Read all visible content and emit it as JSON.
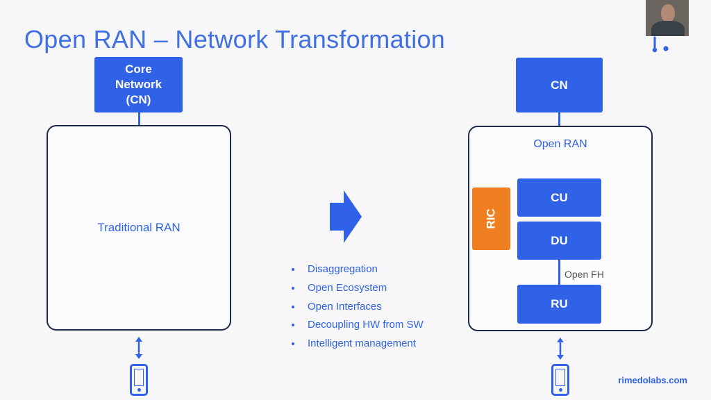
{
  "title": "Open RAN – Network Transformation",
  "left": {
    "core_network_label": "Core Network (CN)",
    "traditional_ran_label": "Traditional RAN"
  },
  "right": {
    "cn_label": "CN",
    "open_ran_label": "Open RAN",
    "ric_label": "RIC",
    "cu_label": "CU",
    "du_label": "DU",
    "ru_label": "RU",
    "open_fh_label": "Open FH"
  },
  "benefits": [
    "Disaggregation",
    "Open Ecosystem",
    "Open Interfaces",
    "Decoupling HW from SW",
    "Intelligent management"
  ],
  "brand": "rimedolabs.com",
  "colors": {
    "accent": "#2f62e6",
    "ric": "#f07f22",
    "outline": "#1e2a4a"
  }
}
